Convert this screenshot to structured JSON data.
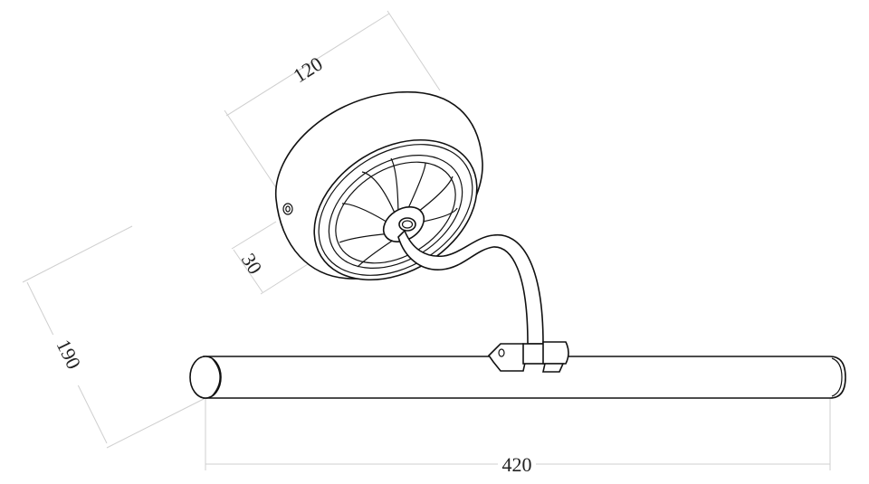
{
  "drawing": {
    "subject": "picture light with round wall mount, curved arm and tubular lamp",
    "units": "mm",
    "line_color": "#111111",
    "dimension_line_color": "#cfcfcf",
    "background": "#ffffff"
  },
  "dimensions": {
    "mount_diameter": {
      "label": "120"
    },
    "mount_depth": {
      "label": "30"
    },
    "projection": {
      "label": "190"
    },
    "length": {
      "label": "420"
    }
  }
}
